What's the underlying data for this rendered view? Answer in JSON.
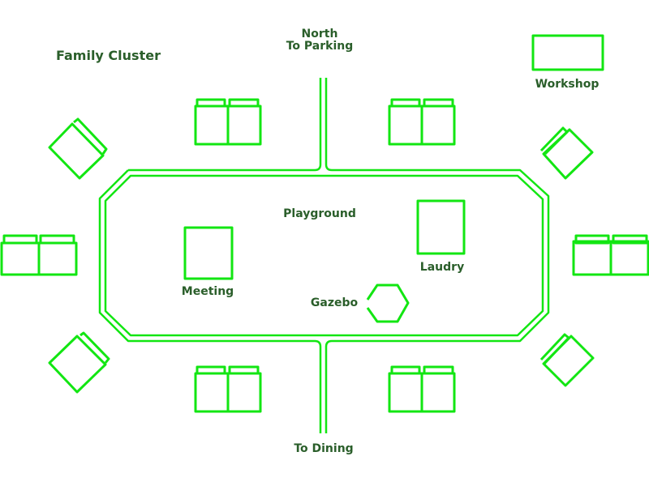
{
  "title": "Family Cluster",
  "colors": {
    "line": "#12e612",
    "text": "#2a5e2a",
    "background": "#ffffff"
  },
  "labels": {
    "north": "North",
    "to_parking": "To Parking",
    "to_dining": "To Dining",
    "playground": "Playground",
    "meeting": "Meeting",
    "laundry": "Laudry",
    "gazebo": "Gazebo",
    "workshop": "Workshop"
  },
  "cabins": [
    "cabin-pair-top-left",
    "cabin-pair-top-right",
    "cabin-pair-bottom-left",
    "cabin-pair-bottom-right",
    "cabin-pair-west",
    "cabin-pair-east",
    "cabin-rotated-nw",
    "cabin-rotated-ne",
    "cabin-rotated-sw",
    "cabin-rotated-se"
  ]
}
